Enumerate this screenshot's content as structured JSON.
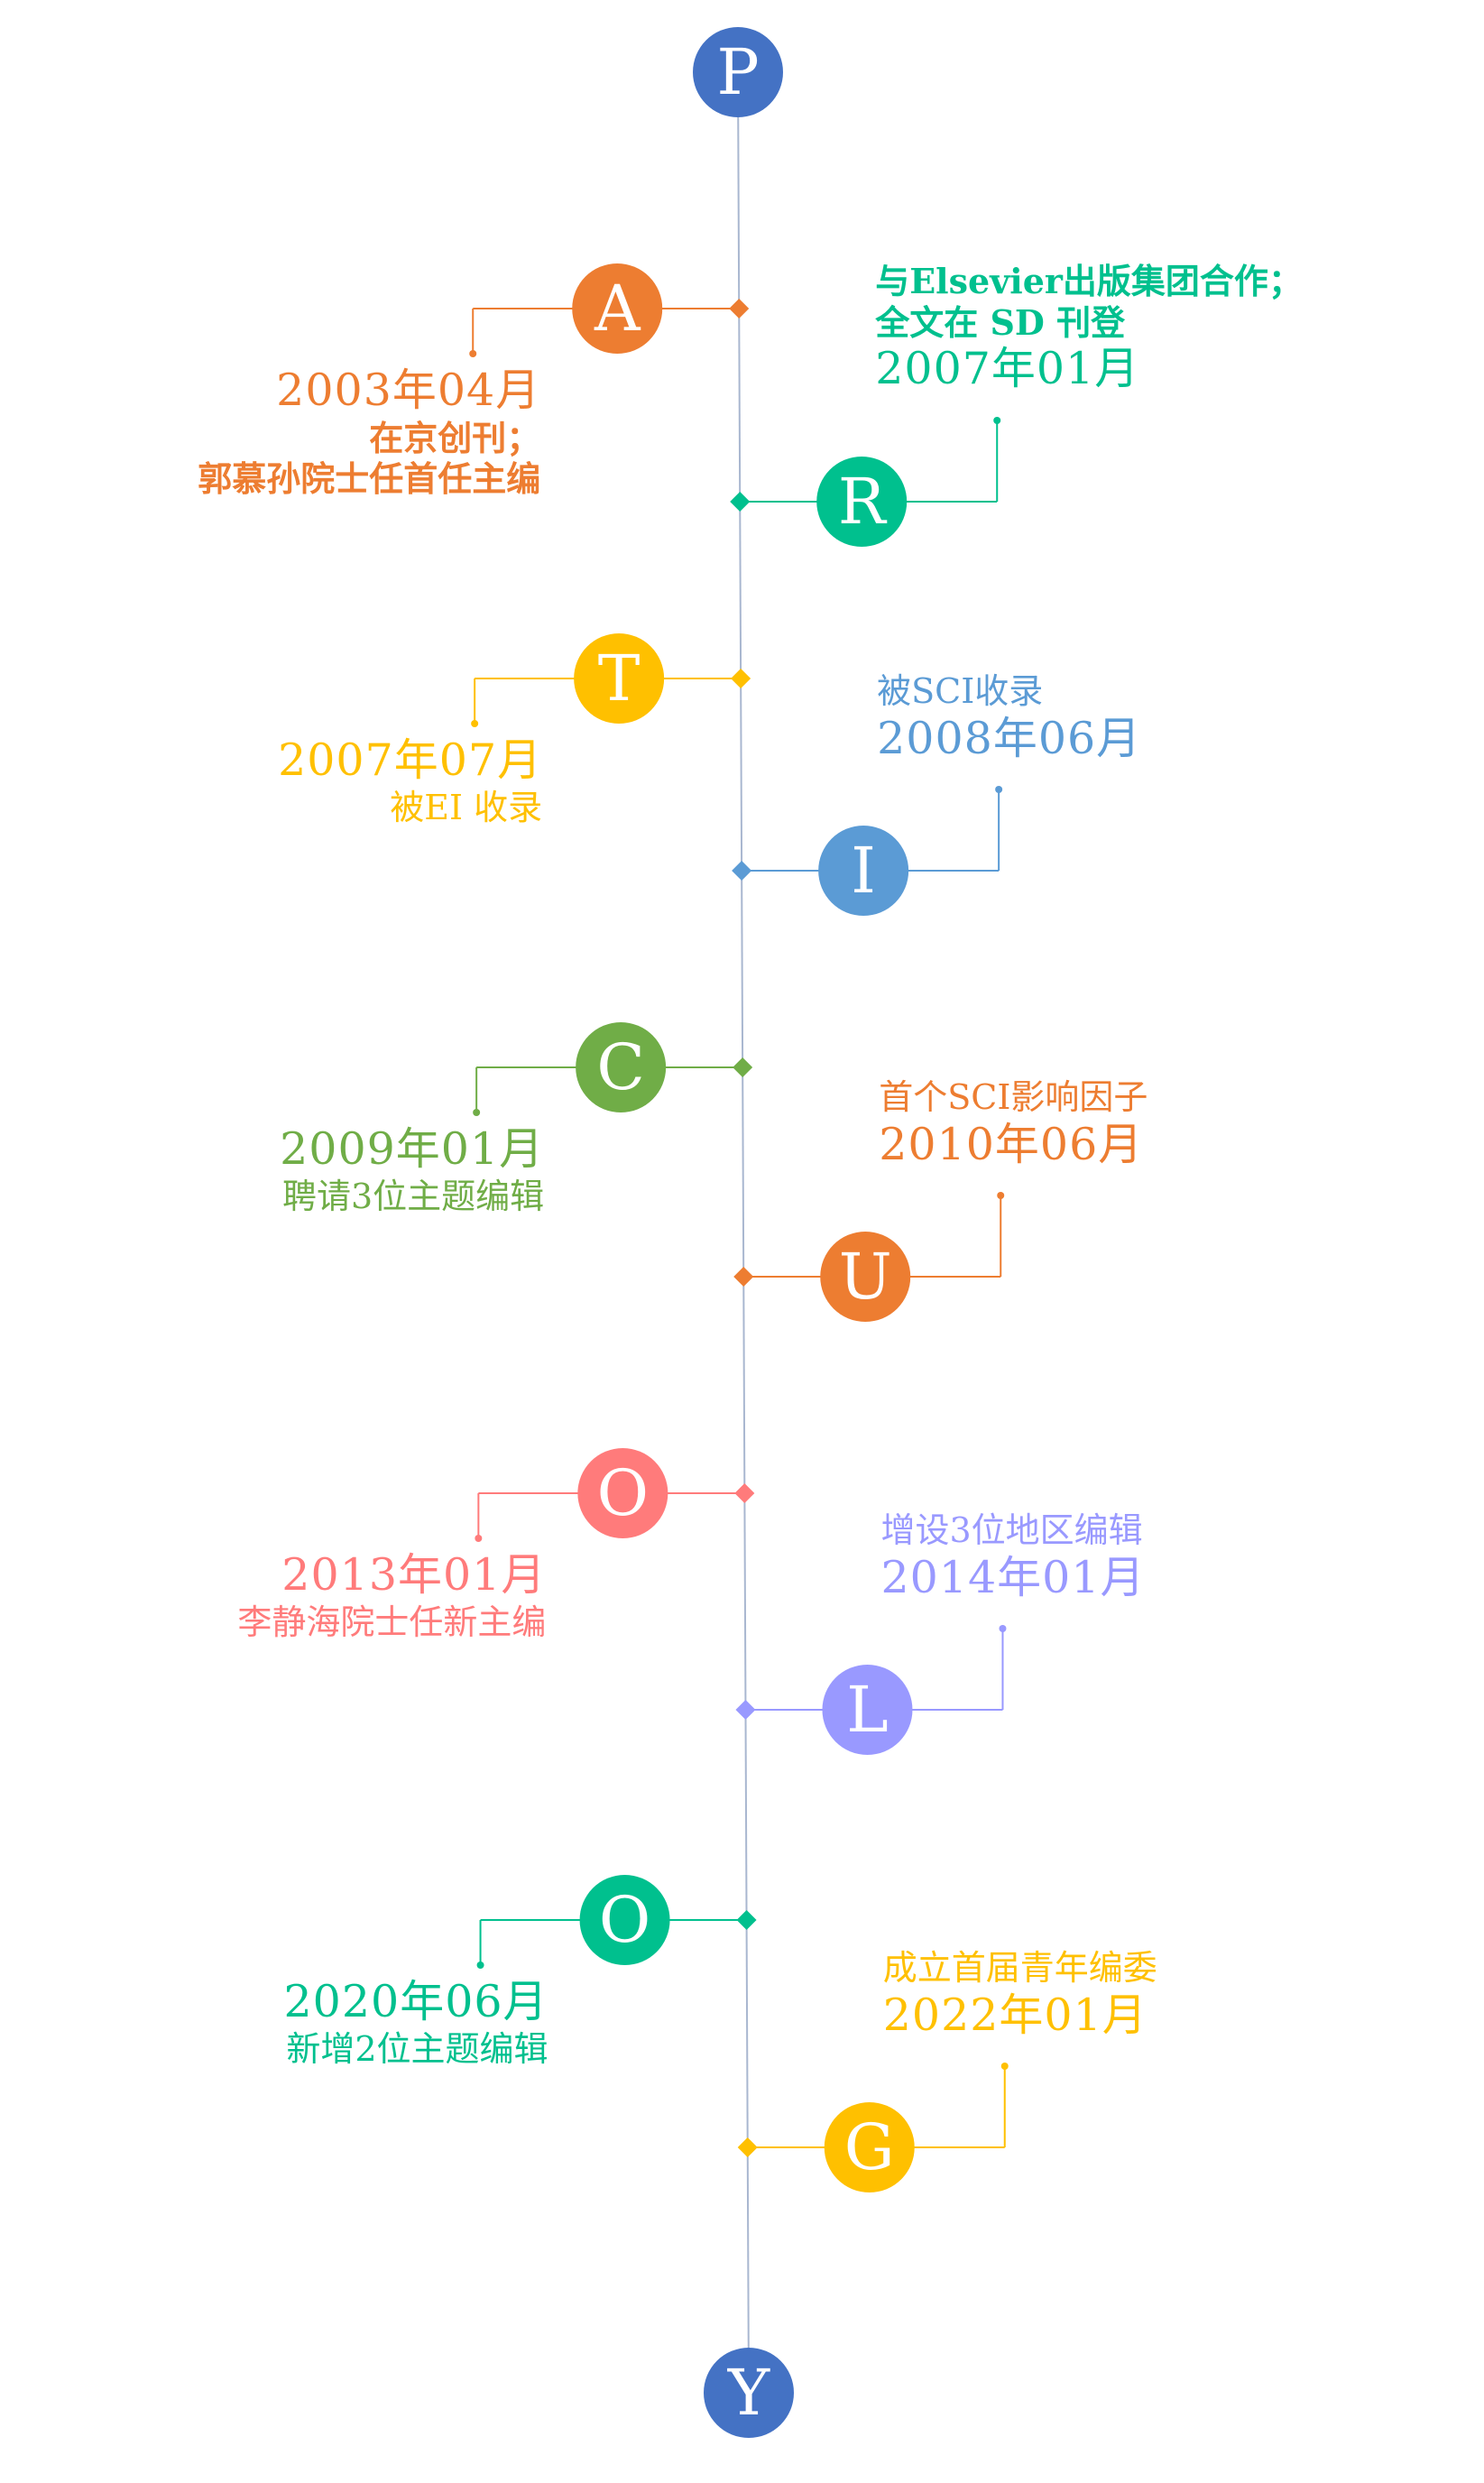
{
  "colors": {
    "axis": "#a9b7d0",
    "blue_dark": "#4472c4",
    "orange": "#ed7d31",
    "teal": "#00c08e",
    "yellow": "#ffc000",
    "sky": "#5b9bd5",
    "green": "#70ad47",
    "salmon": "#ff7b7b",
    "lavender": "#9999ff"
  },
  "endpoints": [
    {
      "letter": "P",
      "color": "#4472c4"
    },
    {
      "letter": "Y",
      "color": "#4472c4"
    }
  ],
  "events": [
    {
      "letter": "A",
      "side": "left",
      "color": "#ed7d31",
      "date": "2003年04月",
      "desc": [
        "在京创刊；",
        "郭慕孙院士任首任主编"
      ],
      "desc_first": false
    },
    {
      "letter": "R",
      "side": "right",
      "color": "#00c08e",
      "date": "2007年01月",
      "desc": [
        "与Elsevier出版集团合作；",
        "全文在 SD 刊登"
      ],
      "desc_first": true
    },
    {
      "letter": "T",
      "side": "left",
      "color": "#ffc000",
      "date": "2007年07月",
      "desc": [
        "被EI 收录"
      ],
      "desc_first": false
    },
    {
      "letter": "I",
      "side": "right",
      "color": "#5b9bd5",
      "date": "2008年06月",
      "desc": [
        "被SCI收录"
      ],
      "desc_first": true
    },
    {
      "letter": "C",
      "side": "left",
      "color": "#70ad47",
      "date": "2009年01月",
      "desc": [
        "聘请3位主题编辑"
      ],
      "desc_first": false
    },
    {
      "letter": "U",
      "side": "right",
      "color": "#ed7d31",
      "date": "2010年06月",
      "desc": [
        "首个SCI影响因子"
      ],
      "desc_first": true
    },
    {
      "letter": "O",
      "side": "left",
      "color": "#ff7b7b",
      "date": "2013年01月",
      "desc": [
        "李静海院士任新主编"
      ],
      "desc_first": false
    },
    {
      "letter": "L",
      "side": "right",
      "color": "#9999ff",
      "date": "2014年01月",
      "desc": [
        "增设3位地区编辑"
      ],
      "desc_first": true
    },
    {
      "letter": "O",
      "side": "left",
      "color": "#00c08e",
      "date": "2020年06月",
      "desc": [
        "新增2位主题编辑"
      ],
      "desc_first": false
    },
    {
      "letter": "G",
      "side": "right",
      "color": "#ffc000",
      "date": "2022年01月",
      "desc": [
        "成立首届青年编委"
      ],
      "desc_first": true
    }
  ]
}
